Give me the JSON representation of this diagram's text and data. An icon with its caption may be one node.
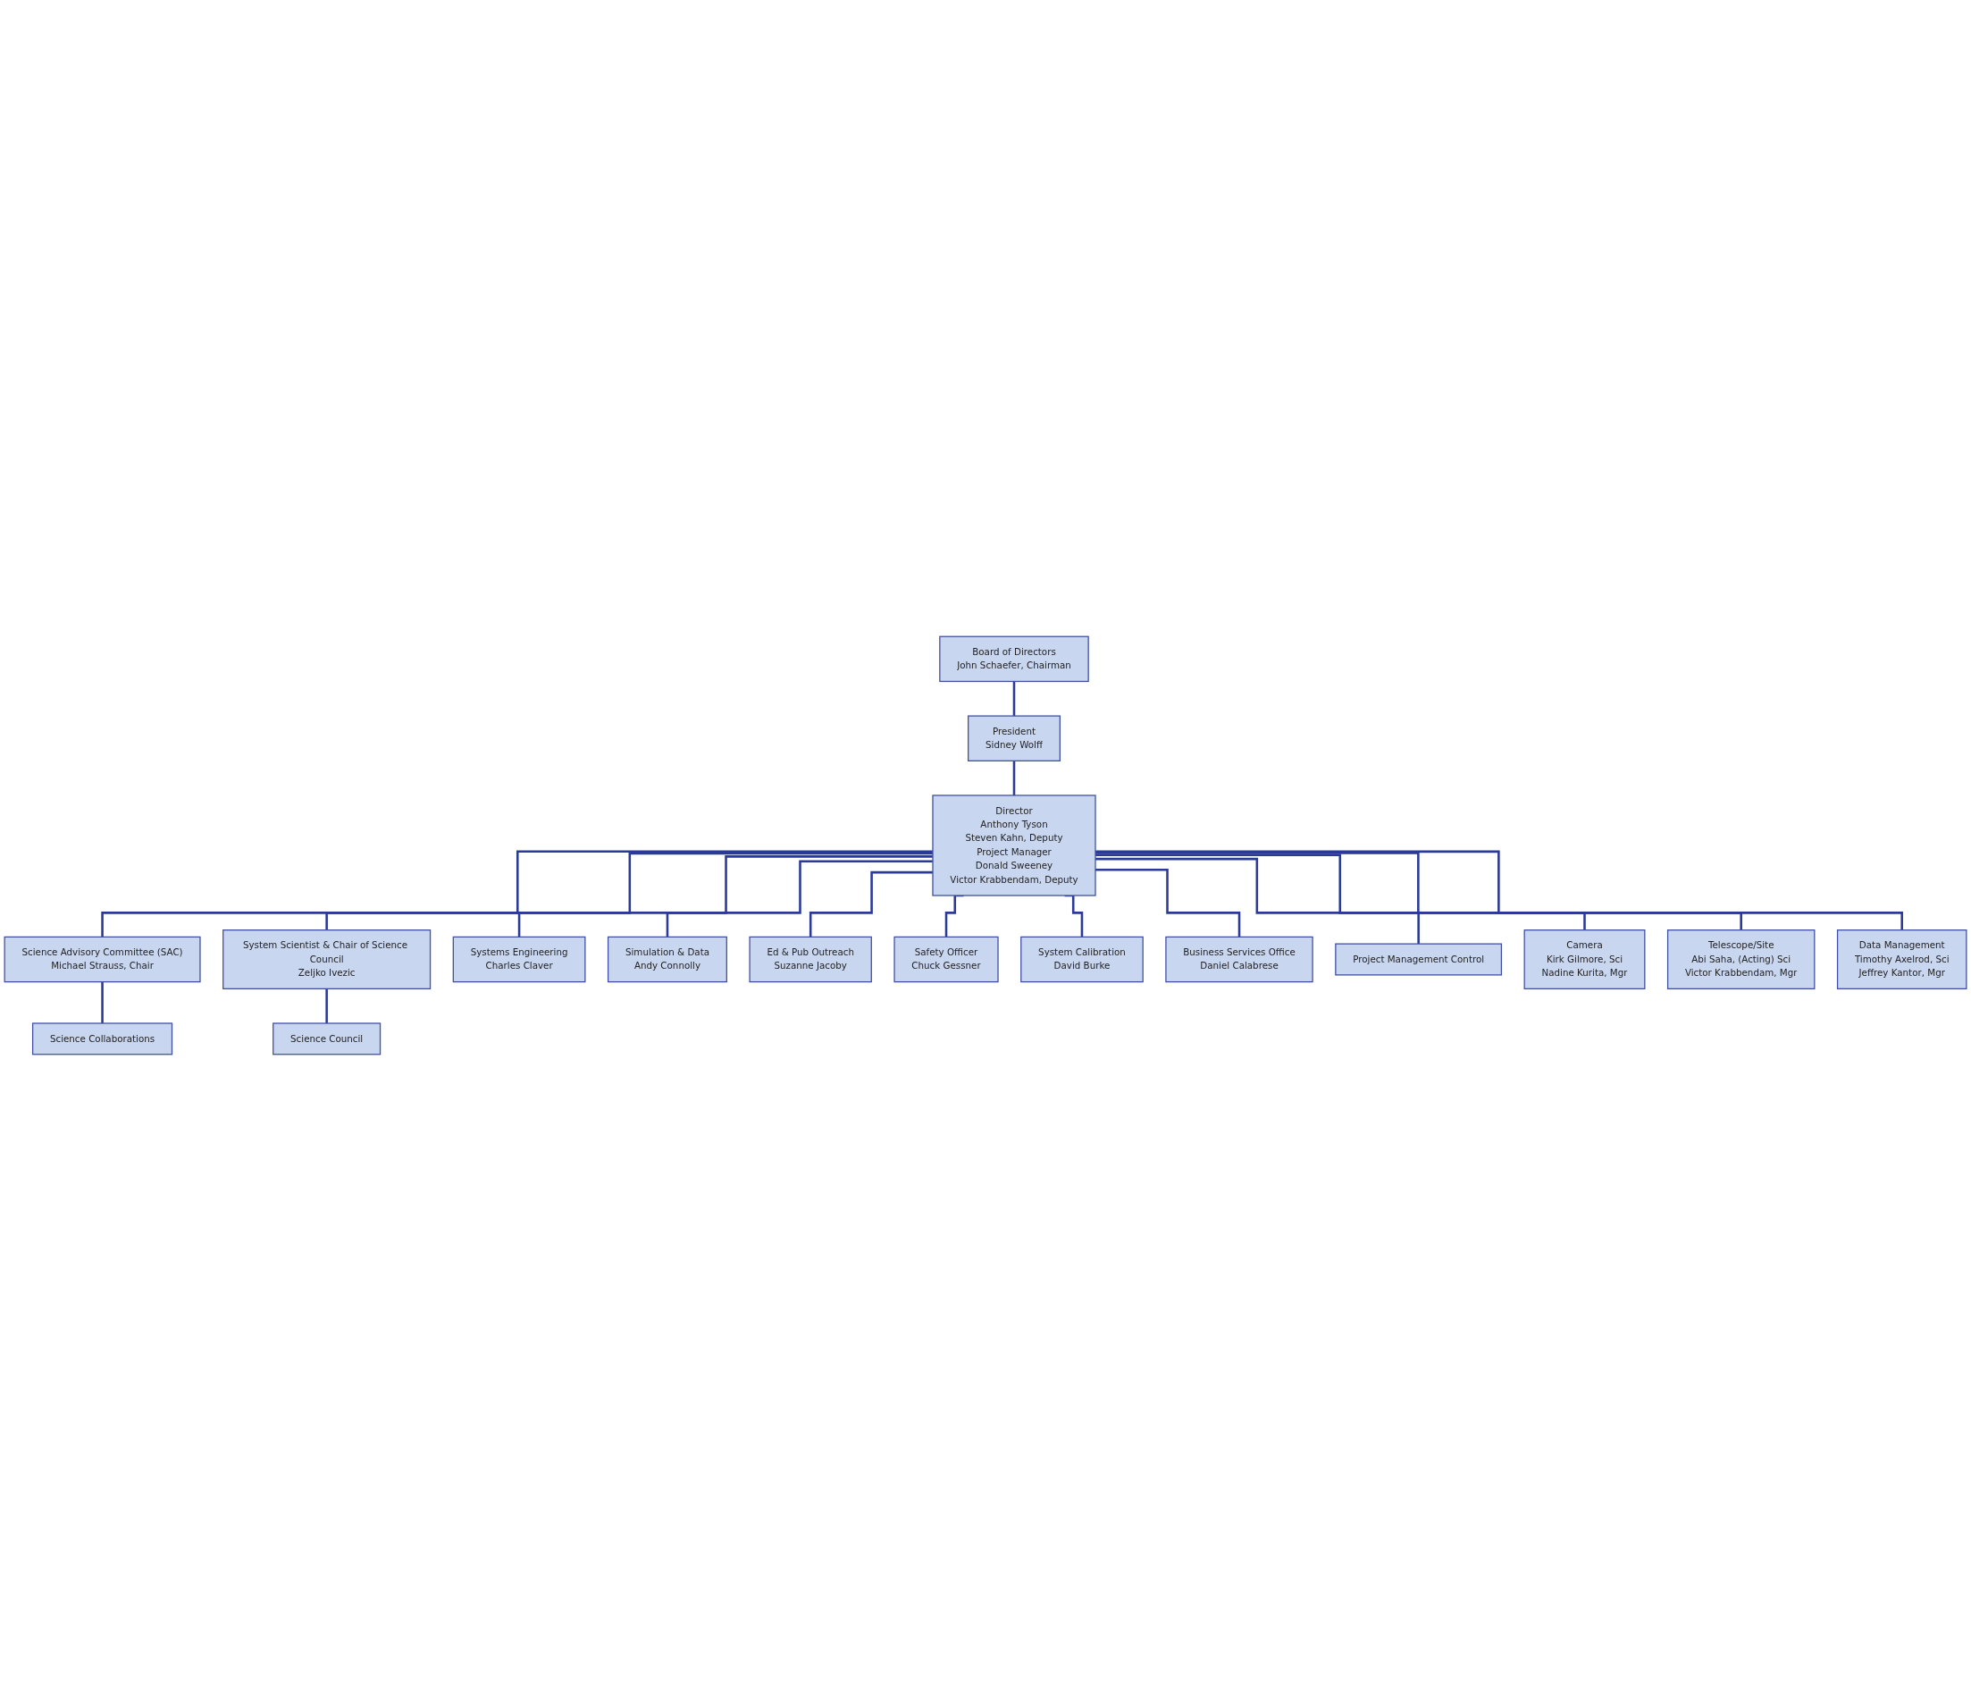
{
  "diagram": {
    "nodes": [
      {
        "text": [
          "Board of Directors",
          "John Schaefer, Chairman"
        ]
      },
      {
        "text": [
          "President",
          "Sidney Wolff"
        ]
      },
      {
        "text": [
          "Director",
          "Anthony Tyson",
          "Steven Kahn, Deputy",
          "Project Manager",
          "Donald Sweeney",
          "Victor Krabbendam, Deputy"
        ]
      },
      {
        "text": [
          "Science Advisory Committee (SAC)",
          "Michael Strauss, Chair"
        ]
      },
      {
        "text": [
          "Science Collaborations"
        ]
      },
      {
        "text": [
          "Science Council"
        ]
      },
      {
        "text": [
          "System Scientist & Chair of Science Council",
          "Zeljko Ivezic"
        ]
      },
      {
        "text": [
          "Systems Engineering",
          "Charles Claver"
        ]
      },
      {
        "text": [
          "Simulation & Data",
          "Andy Connolly"
        ]
      },
      {
        "text": [
          "Ed & Pub Outreach",
          "Suzanne Jacoby"
        ]
      },
      {
        "text": [
          "Safety Officer",
          "Chuck Gessner"
        ]
      },
      {
        "text": [
          "System Calibration",
          "David Burke"
        ]
      },
      {
        "text": [
          "Business Services Office",
          "Daniel Calabrese"
        ]
      },
      {
        "text": [
          "Project Management Control"
        ]
      },
      {
        "text": [
          "Camera",
          "Kirk Gilmore, Sci",
          "Nadine Kurita, Mgr"
        ]
      },
      {
        "text": [
          "Telescope/Site",
          "Abi Saha, (Acting) Sci",
          "Victor Krabbendam, Mgr"
        ]
      },
      {
        "text": [
          "Data Management",
          "Timothy Axelrod, Sci",
          "Jeffrey Kantor, Mgr"
        ]
      }
    ],
    "edges": [
      {
        "from": 0,
        "to": 1,
        "arrow": "none"
      },
      {
        "from": 1,
        "to": 2,
        "arrow": "none"
      },
      {
        "from": 2,
        "to": 3,
        "arrow": "none"
      },
      {
        "from": 3,
        "to": 4,
        "arrow": "none"
      },
      {
        "from": 6,
        "to": 5,
        "arrow": "none"
      },
      {
        "from": 2,
        "to": 6,
        "arrow": "none"
      },
      {
        "from": 2,
        "to": 7,
        "arrow": "none"
      },
      {
        "from": 2,
        "to": 8,
        "arrow": "none"
      },
      {
        "from": 2,
        "to": 9,
        "arrow": "none"
      },
      {
        "from": 2,
        "to": 10,
        "arrow": "none"
      },
      {
        "from": 2,
        "to": 11,
        "arrow": "none"
      },
      {
        "from": 2,
        "to": 12,
        "arrow": "none"
      },
      {
        "from": 2,
        "to": 13,
        "arrow": "none"
      },
      {
        "from": 2,
        "to": 14,
        "arrow": "none"
      },
      {
        "from": 2,
        "to": 15,
        "arrow": "none"
      },
      {
        "from": 2,
        "to": 16,
        "arrow": "none"
      }
    ]
  }
}
